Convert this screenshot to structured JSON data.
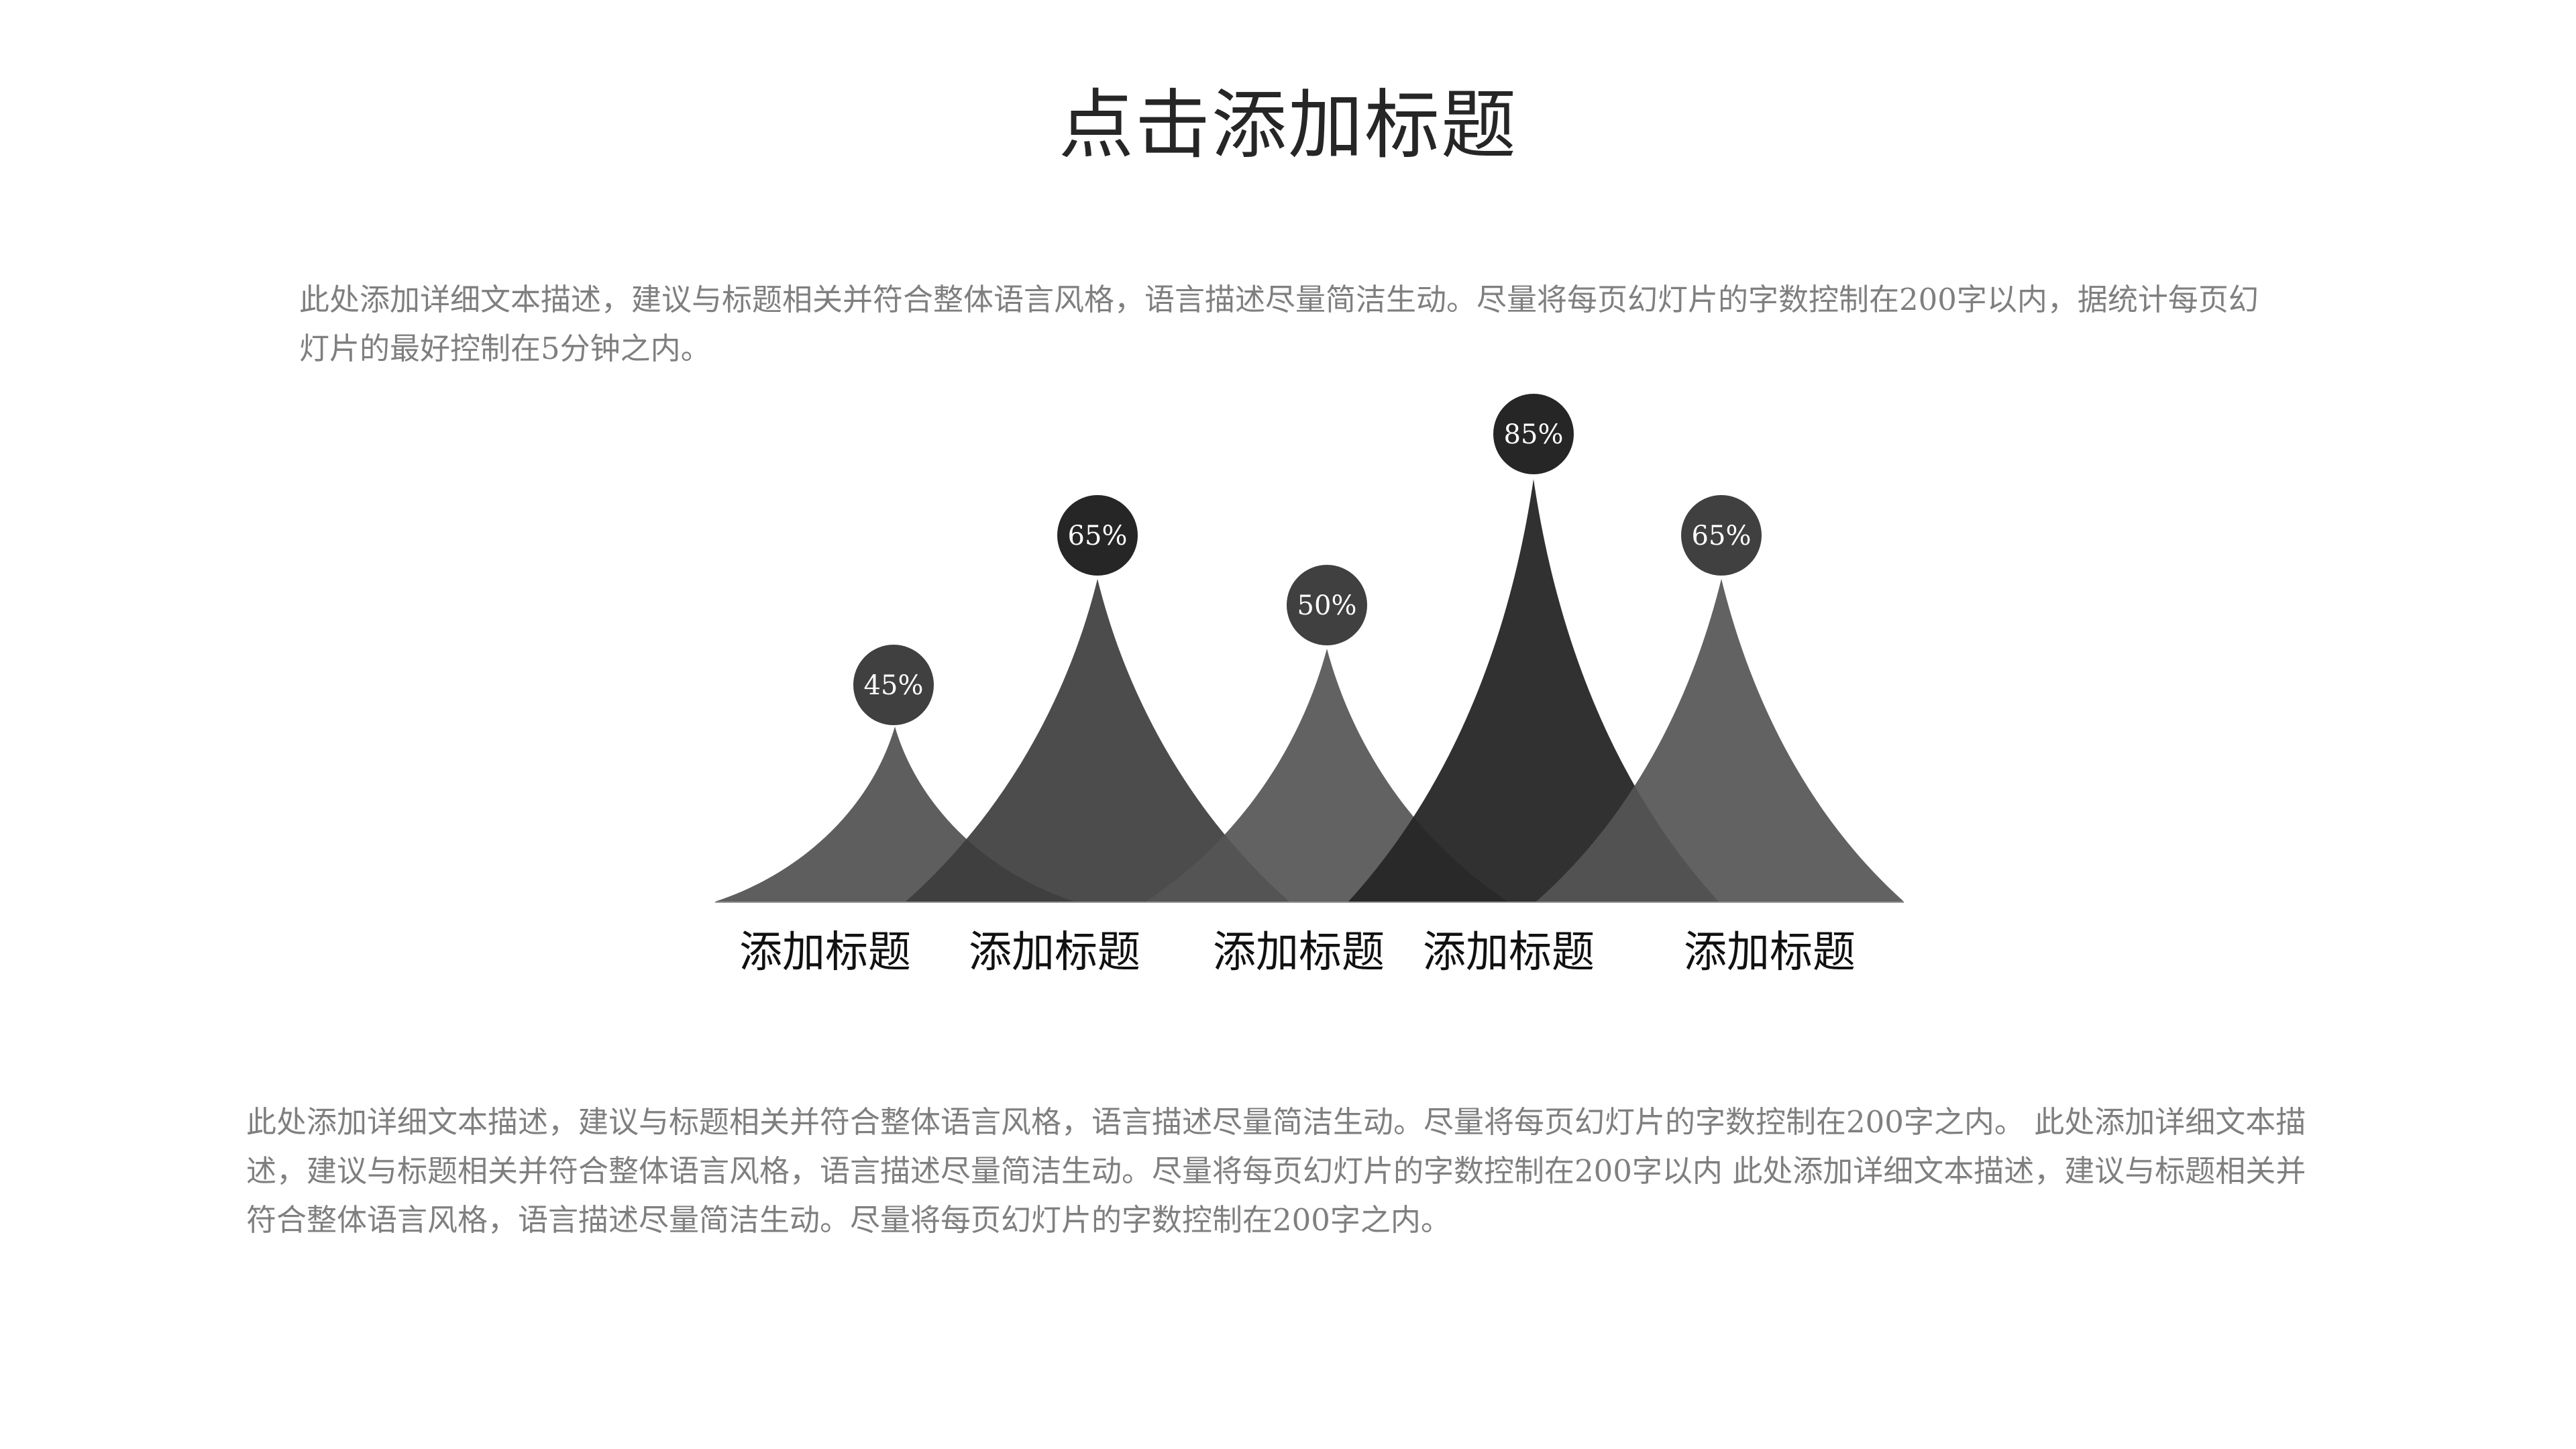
{
  "header": {
    "title": "点击添加标题"
  },
  "intro": {
    "text": "此处添加详细文本描述，建议与标题相关并符合整体语言风格，语言描述尽量简洁生动。尽量将每页幻灯片的字数控制在200字以内，据统计每页幻灯片的最好控制在5分钟之内。"
  },
  "footer": {
    "text": "此处添加详细文本描述，建议与标题相关并符合整体语言风格，语言描述尽量简洁生动。尽量将每页幻灯片的字数控制在200字之内。 此处添加详细文本描述，建议与标题相关并符合整体语言风格，语言描述尽量简洁生动。尽量将每页幻灯片的字数控制在200字以内 此处添加详细文本描述，建议与标题相关并符合整体语言风格，语言描述尽量简洁生动。尽量将每页幻灯片的字数控制在200字之内。"
  },
  "colors": {
    "peak_light": "#555555",
    "peak_mid": "#3d3d3d",
    "peak_dark": "#262626",
    "bubble_light": "#404040",
    "bubble_dark": "#262626",
    "body_text": "#7f7f7f",
    "title_text": "#262626"
  },
  "chart_data": {
    "type": "bar",
    "style": "peak / spike area chart with circular value bubbles",
    "title": "点击添加标题",
    "categories": [
      "添加标题",
      "添加标题",
      "添加标题",
      "添加标题",
      "添加标题"
    ],
    "values": [
      45,
      65,
      50,
      85,
      65
    ],
    "value_labels": [
      "45%",
      "65%",
      "50%",
      "85%",
      "65%"
    ],
    "unit": "%",
    "xlabel": "",
    "ylabel": "",
    "ylim": [
      0,
      100
    ],
    "grid": false,
    "legend": null
  }
}
